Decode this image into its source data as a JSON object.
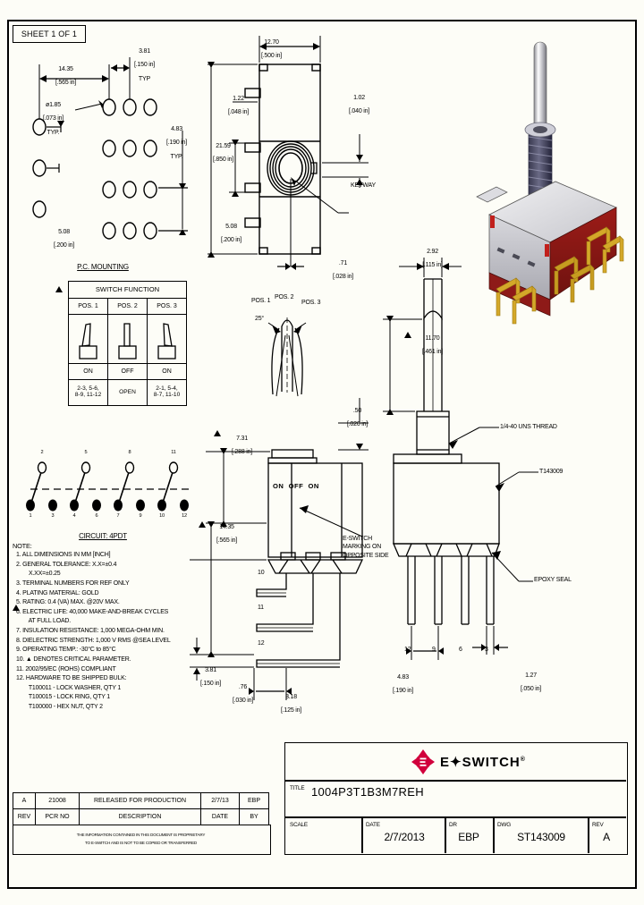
{
  "sheet": {
    "sheet_label": "SHEET 1 OF 1"
  },
  "pc_mounting": {
    "heading": "P.C. MOUNTING",
    "dims": [
      {
        "id": "d_14_35",
        "mm": "14.35",
        "inch": "[.565 in]"
      },
      {
        "id": "d_3_81",
        "mm": "3.81",
        "inch": "[.150 in]",
        "note": "TYP"
      },
      {
        "id": "d_1_85",
        "mm": "ø1.85",
        "inch": "[.073 in]",
        "note": "TYP."
      },
      {
        "id": "d_4_83",
        "mm": "4.83",
        "inch": "[.190 in]",
        "note": "TYP."
      },
      {
        "id": "d_5_08",
        "mm": "5.08",
        "inch": "[.200 in]"
      }
    ]
  },
  "switch_function": {
    "title": "SWITCH FUNCTION",
    "columns": [
      "POS. 1",
      "POS. 2",
      "POS. 3"
    ],
    "states": [
      "ON",
      "OFF",
      "ON"
    ],
    "circuits": [
      "2-3, 5-6,\n8-9, 11-12",
      "OPEN",
      "2-1, 5-4,\n8-7, 11-10"
    ],
    "critical_marker": "▲"
  },
  "circuit": {
    "caption": "CIRCUIT: 4PDT",
    "top_terminals": [
      "2",
      "5",
      "8",
      "11"
    ],
    "bottom_terminals": [
      "1",
      "3",
      "4",
      "6",
      "7",
      "9",
      "10",
      "12"
    ]
  },
  "notes": {
    "heading": "NOTE:",
    "items": [
      "1. ALL DIMENSIONS IN MM [INCH]",
      "2. GENERAL TOLERANCE: X.X=±0.4",
      "        X.XX=±0.25",
      "3. TERMINAL NUMBERS FOR REF ONLY",
      "4. PLATING MATERIAL: GOLD",
      "5. RATING: 0.4 (VA) MAX. @20V MAX.",
      "6. ELECTRIC LIFE: 40,000 MAKE-AND-BREAK CYCLES",
      "        AT FULL LOAD.",
      "7. INSULATION RESISTANCE: 1,000 MEGA-OHM MIN.",
      "8. DIELECTRIC STRENGTH: 1,000 V RMS @SEA LEVEL",
      "9. OPERATING TEMP.: -30°C to 85°C",
      "10. ▲ DENOTES CRITICAL PARAMETER.",
      "11. 2002/95/EC (ROHS) COMPLIANT",
      "12. HARDWARE TO BE SHIPPED BULK:",
      "        T100011 - LOCK WASHER, QTY 1",
      "        T100015 - LOCK RING, QTY 1",
      "        T100000 - HEX NUT, QTY 2"
    ],
    "critical_marker": "▲"
  },
  "top_view": {
    "dims": [
      {
        "id": "w_12_70",
        "mm": "12.70",
        "inch": "[.500 in]"
      },
      {
        "id": "t_1_22",
        "mm": "1.22",
        "inch": "[.048 in]"
      },
      {
        "id": "h_21_59",
        "mm": "21.59",
        "inch": "[.850 in]"
      },
      {
        "id": "h_5_08",
        "mm": "5.08",
        "inch": "[.200 in]"
      },
      {
        "id": "g_1_02",
        "mm": "1.02",
        "inch": "[.040 in]"
      },
      {
        "id": "g_0_71",
        "mm": ".71",
        "inch": "[.028 in]"
      }
    ],
    "callout_keyway": "KEYWAY"
  },
  "toggle_view": {
    "positions": [
      "POS. 1",
      "POS. 2",
      "POS. 3"
    ],
    "angle": "25°",
    "dims": [
      {
        "id": "t_7_31",
        "mm": "7.31",
        "inch": "[.288 in]"
      },
      {
        "id": "t_0_50",
        "mm": ".50",
        "inch": "[.020 in]"
      },
      {
        "id": "t_14_35",
        "mm": "14.35",
        "inch": "[.565 in]"
      },
      {
        "id": "t_3_81",
        "mm": "3.81",
        "inch": "[.150 in]"
      },
      {
        "id": "t_0_76",
        "mm": ".76",
        "inch": "[.030 in]"
      },
      {
        "id": "t_3_18",
        "mm": "3.18",
        "inch": "[.125 in]"
      }
    ],
    "panel_marking": "ON  OFF  ON",
    "marking_callout": "E-SWITCH\nMARKING ON\nOPPOSITE SIDE",
    "pin_labels": [
      "10",
      "11",
      "12"
    ]
  },
  "side_view": {
    "dims": [
      {
        "id": "s_2_92",
        "mm": "2.92",
        "inch": "[.115 in]"
      },
      {
        "id": "s_11_70",
        "mm": "11.70",
        "inch": "[.461 in]"
      },
      {
        "id": "s_4_83",
        "mm": "4.83",
        "inch": "[.190 in]"
      },
      {
        "id": "s_1_27",
        "mm": "1.27",
        "inch": "[.050 in]"
      }
    ],
    "callout_thread": "1/4-40 UNS THREAD",
    "callout_part": "T143009",
    "callout_epoxy": "EPOXY SEAL",
    "pin_labels": [
      "12",
      "9",
      "6",
      "3"
    ]
  },
  "revision_block": {
    "headers": [
      "REV",
      "PCR NO",
      "DESCRIPTION",
      "DATE",
      "BY"
    ],
    "rows": [
      {
        "rev": "A",
        "pcr_no": "21008",
        "description": "RELEASED FOR PRODUCTION",
        "date": "2/7/13",
        "by": "EBP"
      }
    ],
    "proprietary_line1": "THE INFORMATION CONTAINED IN THIS DOCUMENT IS PROPRIETARY",
    "proprietary_line2": "TO E-SWITCH AND IS NOT TO BE COPIED OR TRANSFERRED"
  },
  "title_block": {
    "brand": "E✦SWITCH",
    "brand_mark": "®",
    "title_label": "TITLE",
    "title_value": "1004P3T1B3M7REH",
    "scale_label": "SCALE",
    "scale_value": "",
    "date_label": "DATE",
    "date_value": "2/7/2013",
    "dr_label": "DR",
    "dr_value": "EBP",
    "dwg_label": "DWG",
    "dwg_value": "ST143009",
    "rev_label": "REV",
    "rev_value": "A"
  },
  "colors": {
    "brand_red": "#d1003c",
    "body_red": "#8e1a18",
    "metal": "#c8c8cc",
    "pin_gold": "#d4a829",
    "line": "#000000",
    "paper": "#fdfdf7"
  }
}
